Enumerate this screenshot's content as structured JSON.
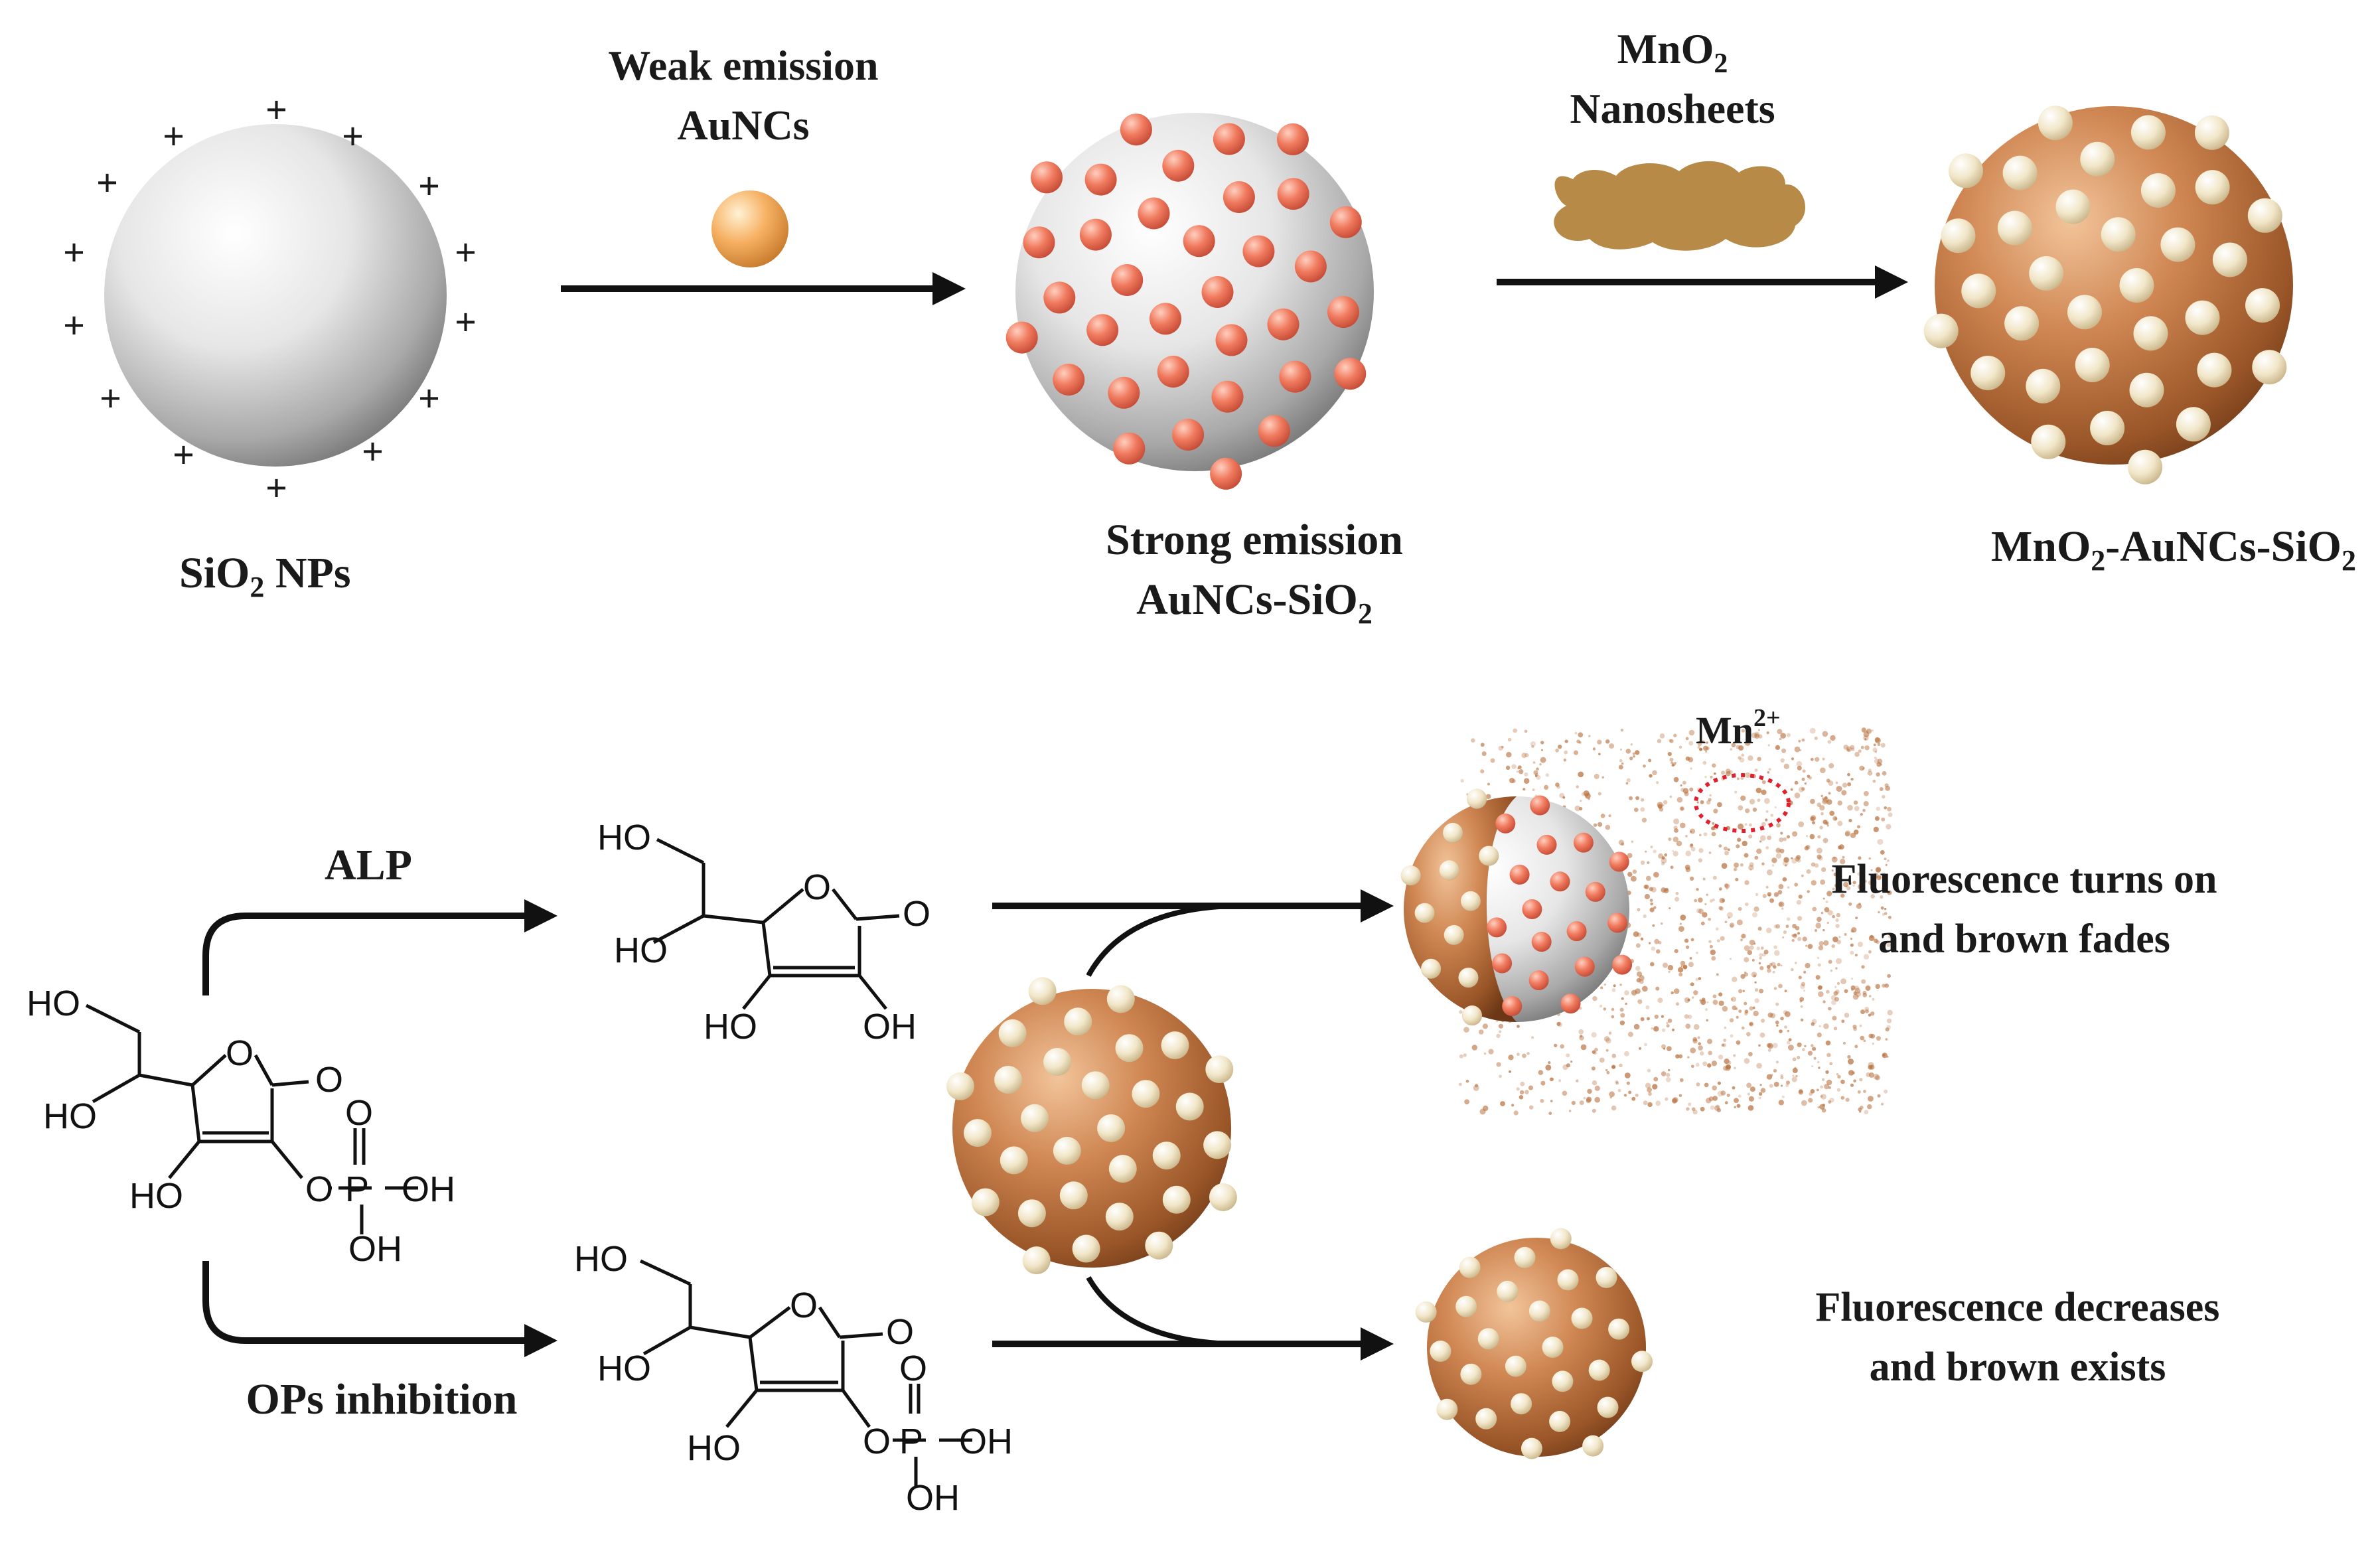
{
  "diagram": {
    "top_row": {
      "sio2_label_main": "SiO",
      "sio2_label_sub": "2",
      "sio2_label_tail": " NPs",
      "weak_emission_line1": "Weak emission",
      "weak_emission_line2": "AuNCs",
      "strong_emission_line1": "Strong emission",
      "strong_emission_line2_main": "AuNCs-SiO",
      "strong_emission_line2_sub": "2",
      "mno2_label_main": "MnO",
      "mno2_label_sub": "2",
      "nanosheets_label": "Nanosheets",
      "product_label_a": "MnO",
      "product_label_a_sub": "2",
      "product_label_b": "-AuNCs-SiO",
      "product_label_b_sub": "2",
      "charge_symbol": "+"
    },
    "bottom_row": {
      "alp_label": "ALP",
      "ops_label": "OPs inhibition",
      "mn_ion_main": "Mn",
      "mn_ion_sup": "2+",
      "result_on_line1": "Fluorescence turns on",
      "result_on_line2": "and brown fades",
      "result_off_line1": "Fluorescence decreases",
      "result_off_line2": "and brown exists"
    },
    "molecule": {
      "ho": "HO",
      "oh": "OH",
      "o": "O",
      "p": "P"
    },
    "colors": {
      "silica": "#c8c8c8",
      "aunc": "#ee6e52",
      "mno2_shell": "#b8713f",
      "bead": "#efe3c2",
      "nanosheet": "#b78a48",
      "mn_ring": "#e0202e",
      "arrow": "#111111"
    }
  }
}
